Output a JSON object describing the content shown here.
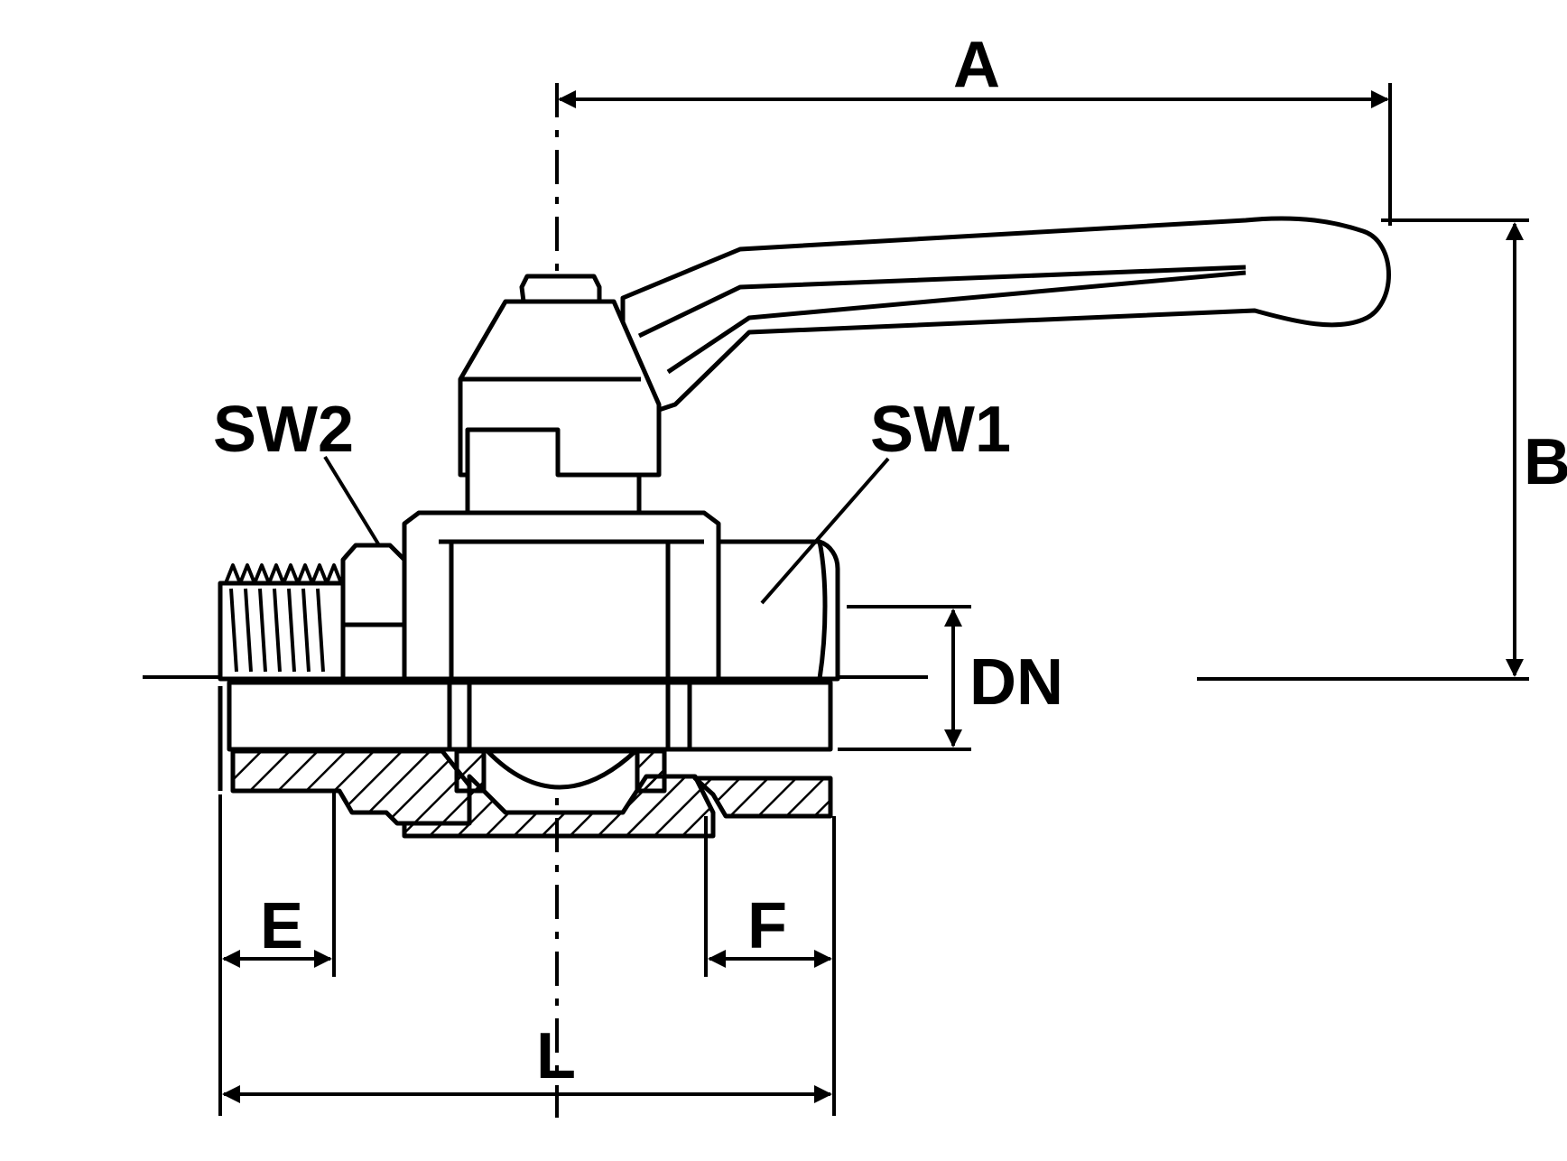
{
  "diagram": {
    "labels": {
      "A": "A",
      "B": "B",
      "SW1": "SW1",
      "SW2": "SW2",
      "DN": "DN",
      "E": "E",
      "F": "F",
      "L": "L"
    },
    "colors": {
      "line": "#000000",
      "background": "#ffffff"
    }
  }
}
